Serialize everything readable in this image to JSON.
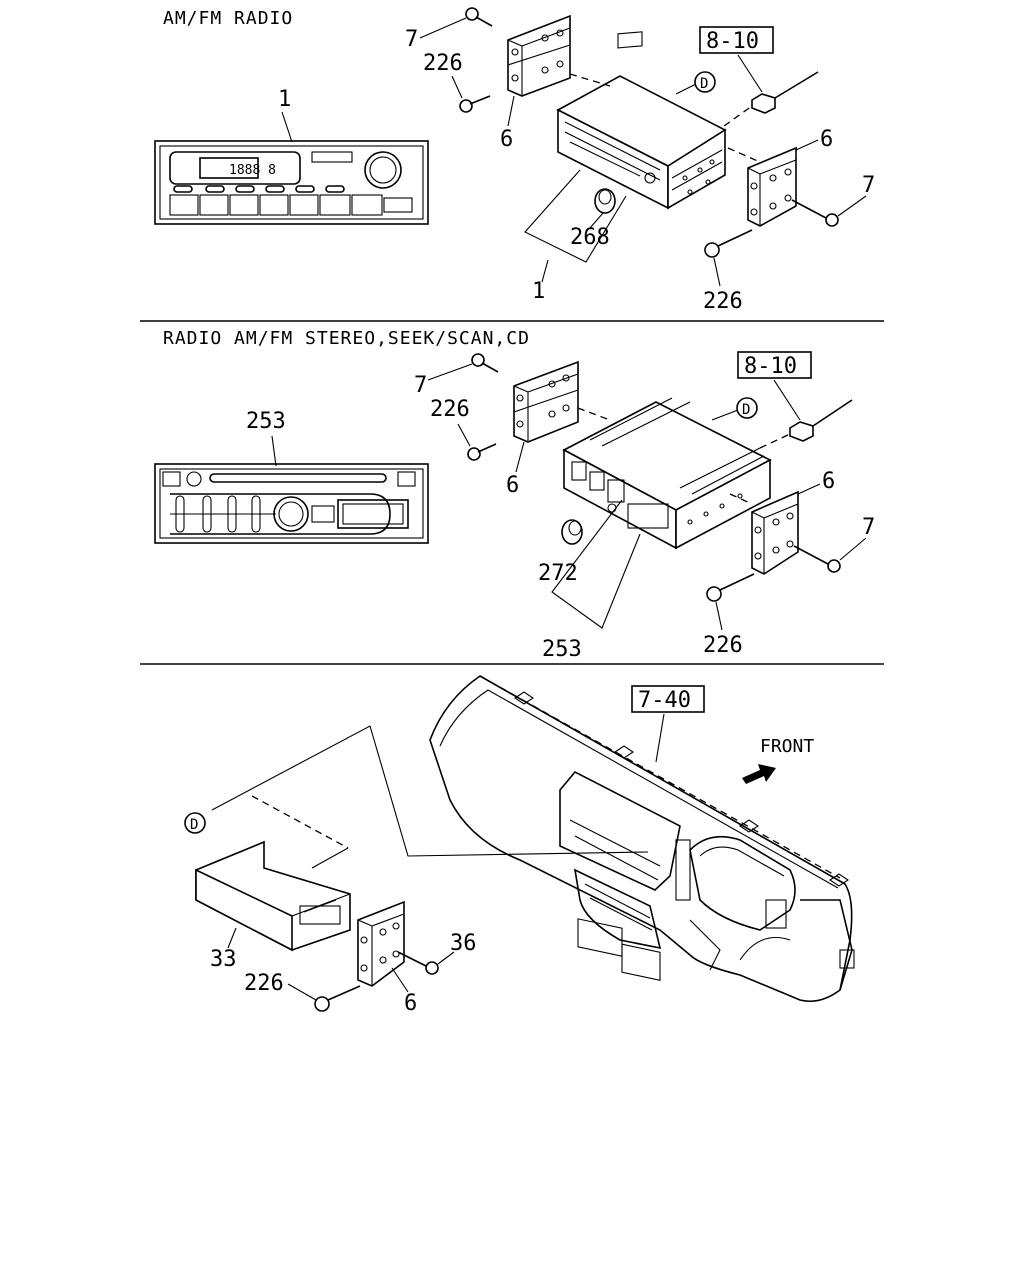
{
  "sections": {
    "am_fm": {
      "title": "AM/FM RADIO"
    },
    "stereo_cd": {
      "title": "RADIO AM/FM STEREO,SEEK/SCAN,CD"
    },
    "dashboard": {
      "front_label": "FRONT"
    }
  },
  "display_readout": "1888 8",
  "circle_marker": "D",
  "refs": {
    "box_8_10": "8-10",
    "box_7_40": "7-40"
  },
  "callouts": {
    "c1": "1",
    "c1b": "1",
    "c6a": "6",
    "c6b": "6",
    "c7a": "7",
    "c7b": "7",
    "c226a": "226",
    "c226b": "226",
    "c268": "268",
    "c253a": "253",
    "c253b": "253",
    "c272": "272",
    "c6c": "6",
    "c6d": "6",
    "c7c": "7",
    "c7d": "7",
    "c226c": "226",
    "c226d": "226",
    "c33": "33",
    "c226e": "226",
    "c6e": "6",
    "c36": "36"
  }
}
